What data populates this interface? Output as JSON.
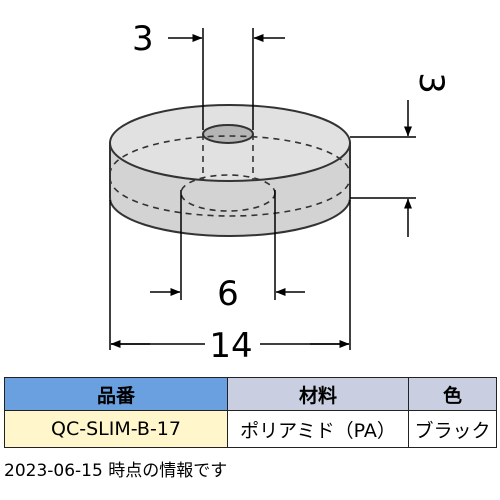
{
  "drawing": {
    "dimensions": {
      "hole_top": "3",
      "thickness": "3",
      "hole_bottom": "6",
      "outer": "14"
    }
  },
  "table": {
    "headers": [
      "品番",
      "材料",
      "色"
    ],
    "row": [
      "QC-SLIM-B-17",
      "ポリアミド（PA）",
      "ブラック"
    ]
  },
  "footnote": "2023-06-15 時点の情報です",
  "colors": {
    "header_highlight": "#6aa0e0",
    "header": "#c9cfe0",
    "cell_highlight": "#fff6cc",
    "part_fill": "#d6d6d6"
  }
}
